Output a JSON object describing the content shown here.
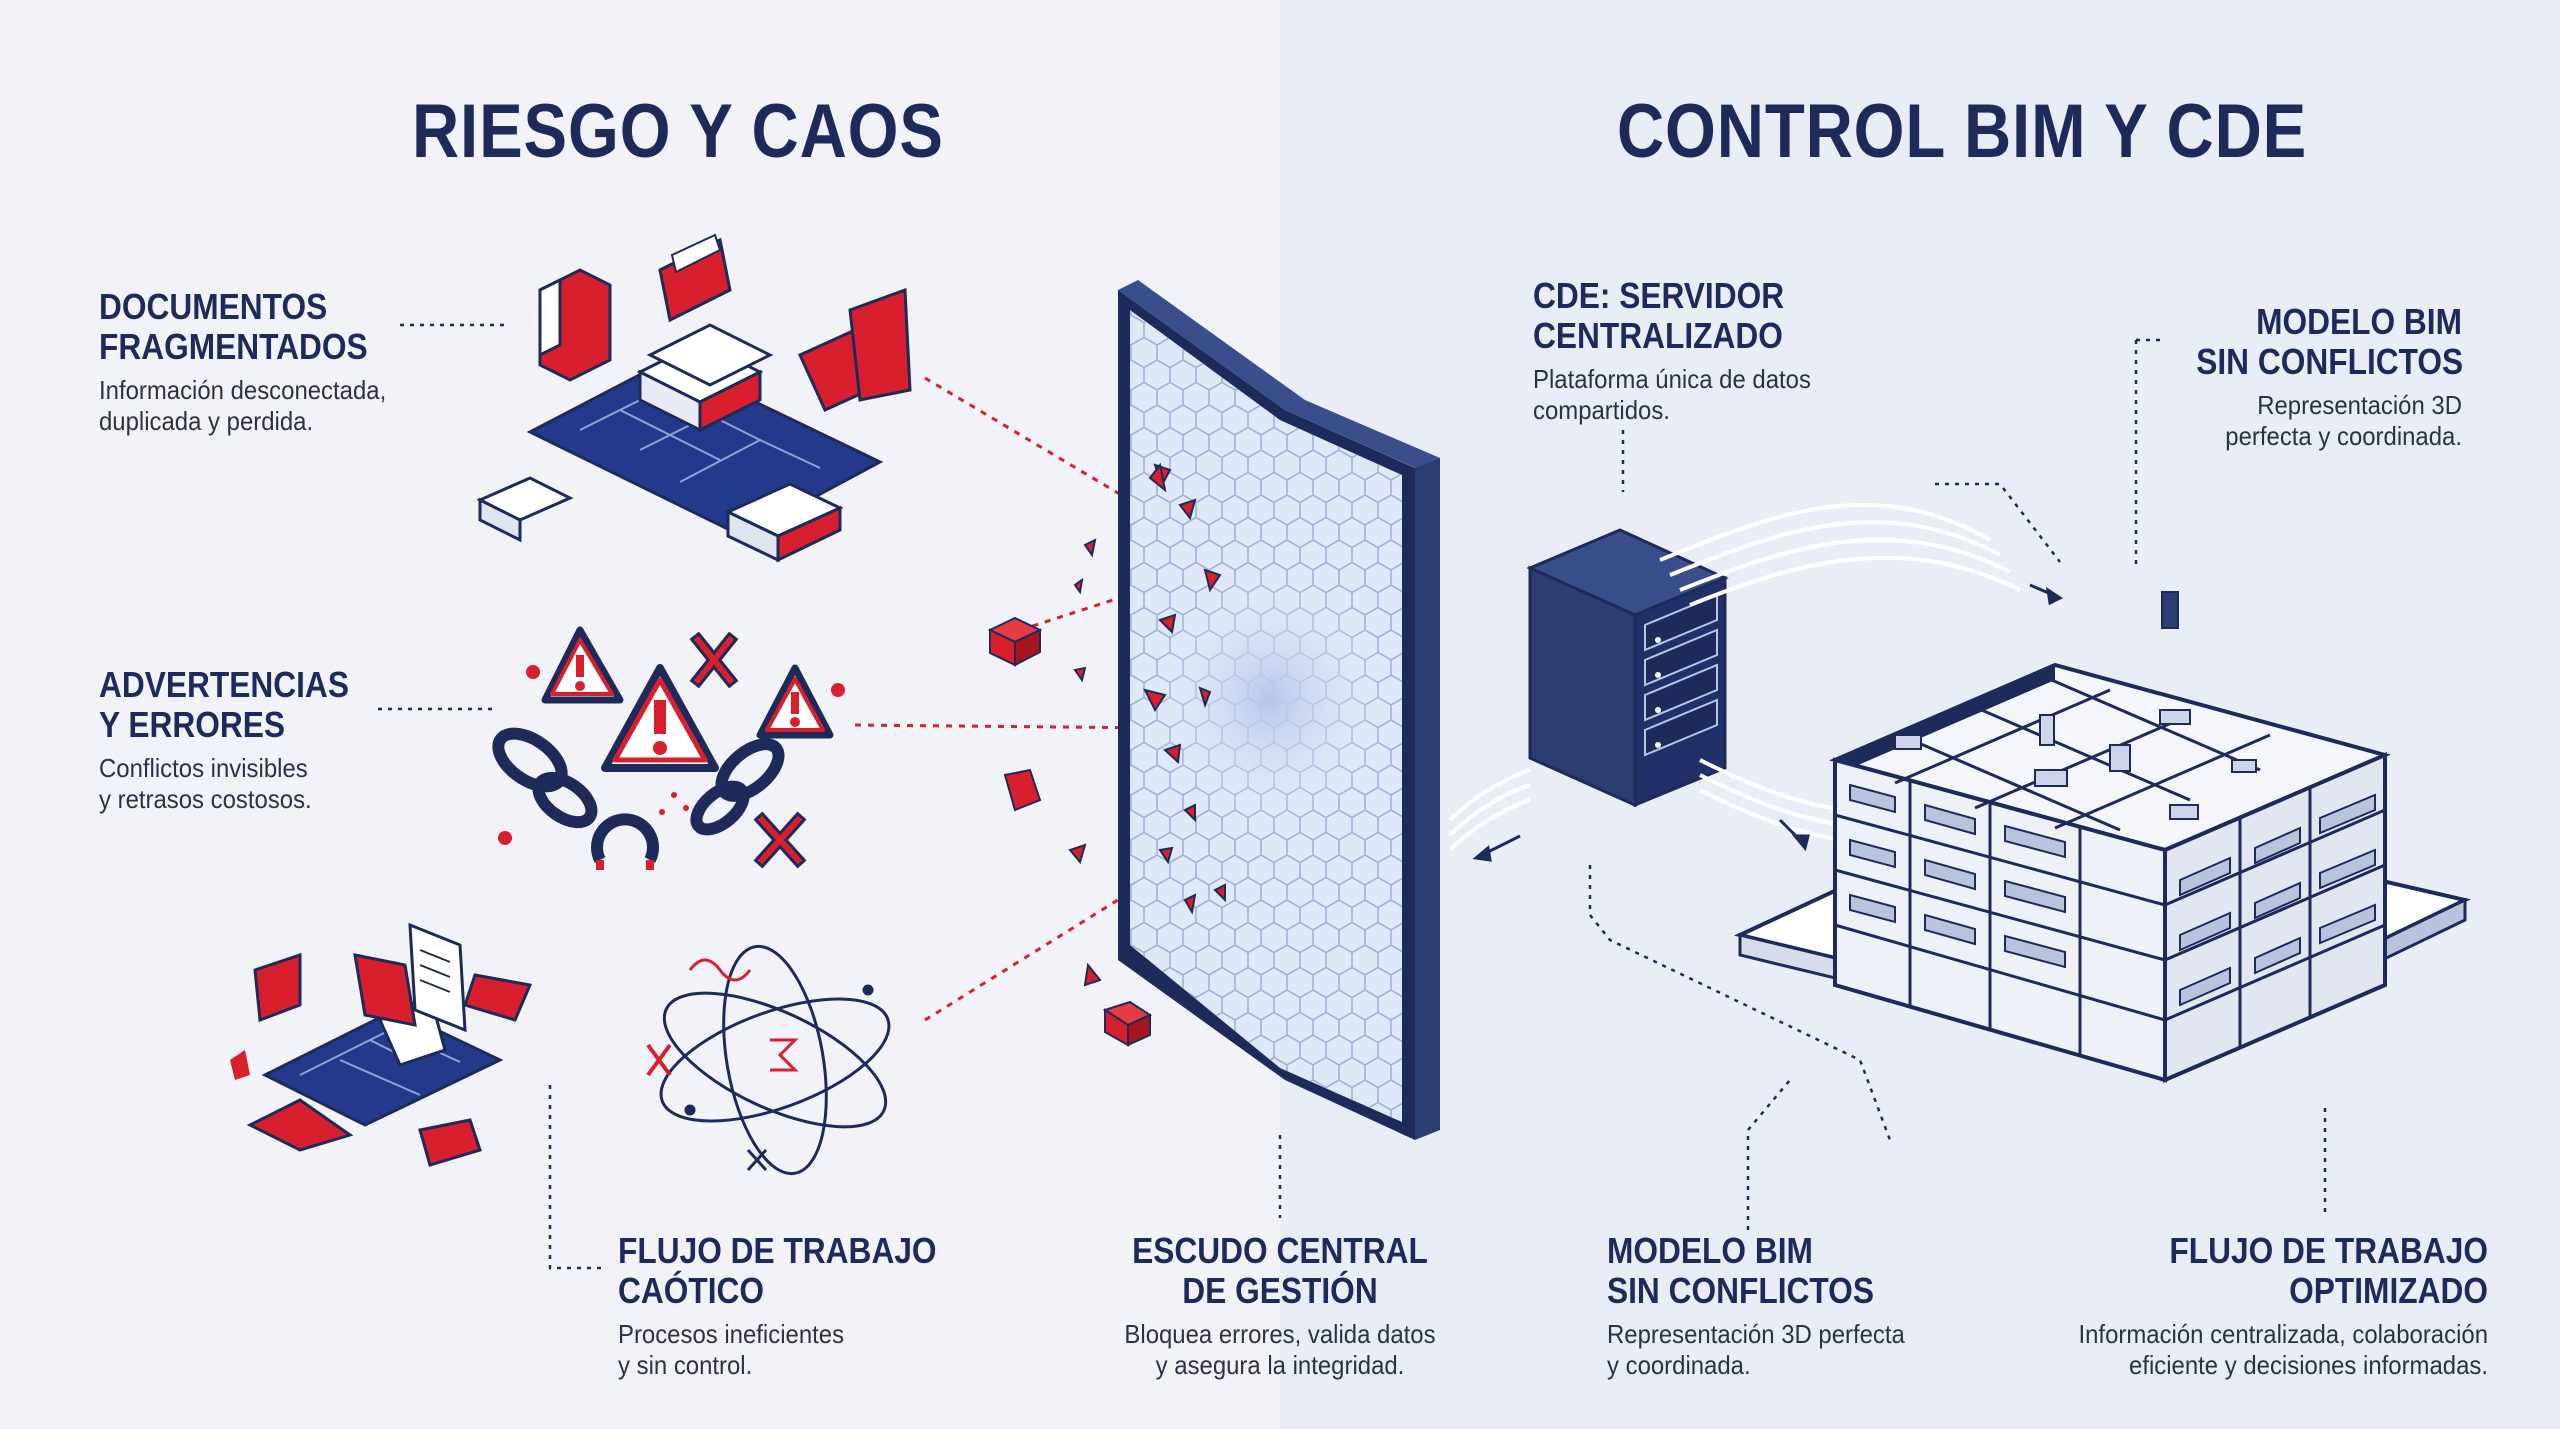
{
  "left_title": "RIESGO Y CAOS",
  "right_title": "CONTROL BIM Y CDE",
  "labels": {
    "docs": {
      "title": [
        "DOCUMENTOS",
        "FRAGMENTADOS"
      ],
      "desc": [
        "Información desconectada,",
        "duplicada y perdida."
      ]
    },
    "warnings": {
      "title": [
        "ADVERTENCIAS",
        "Y ERRORES"
      ],
      "desc": [
        "Conflictos invisibles",
        "y retrasos costosos."
      ]
    },
    "chaotic": {
      "title": [
        "FLUJO DE TRABAJO",
        "CAÓTICO"
      ],
      "desc": [
        "Procesos ineficientes",
        "y sin control."
      ]
    },
    "shield": {
      "title": [
        "ESCUDO CENTRAL",
        "DE GESTIÓN"
      ],
      "desc": [
        "Bloquea errores, valida datos",
        "y asegura la integridad."
      ]
    },
    "cde": {
      "title": [
        "CDE: SERVIDOR",
        "CENTRALIZADO"
      ],
      "desc": [
        "Plataforma única de datos",
        "compartidos."
      ]
    },
    "bim_top": {
      "title": [
        "MODELO BIM",
        "SIN CONFLICTOS"
      ],
      "desc": [
        "Representación 3D",
        "perfecta y coordinada."
      ]
    },
    "bim_bottom": {
      "title": [
        "MODELO BIM",
        "SIN CONFLICTOS"
      ],
      "desc": [
        "Representación 3D perfecta",
        "y coordinada."
      ]
    },
    "optimized": {
      "title": [
        "FLUJO DE TRABAJO",
        "OPTIMIZADO"
      ],
      "desc": [
        "Información centralizada, colaboración",
        "eficiente y decisiones informadas."
      ]
    }
  },
  "colors": {
    "navy": "#1e2b5a",
    "red": "#d71f2e",
    "background": "#f1f3f8",
    "shield": "#dce6f5"
  },
  "icons": [
    "folder-icon",
    "document-icon",
    "blueprint-icon",
    "warning-icon",
    "broken-chain-icon",
    "x-mark-icon",
    "chaos-orbit-icon",
    "server-icon",
    "building-icon",
    "shield-icon"
  ]
}
